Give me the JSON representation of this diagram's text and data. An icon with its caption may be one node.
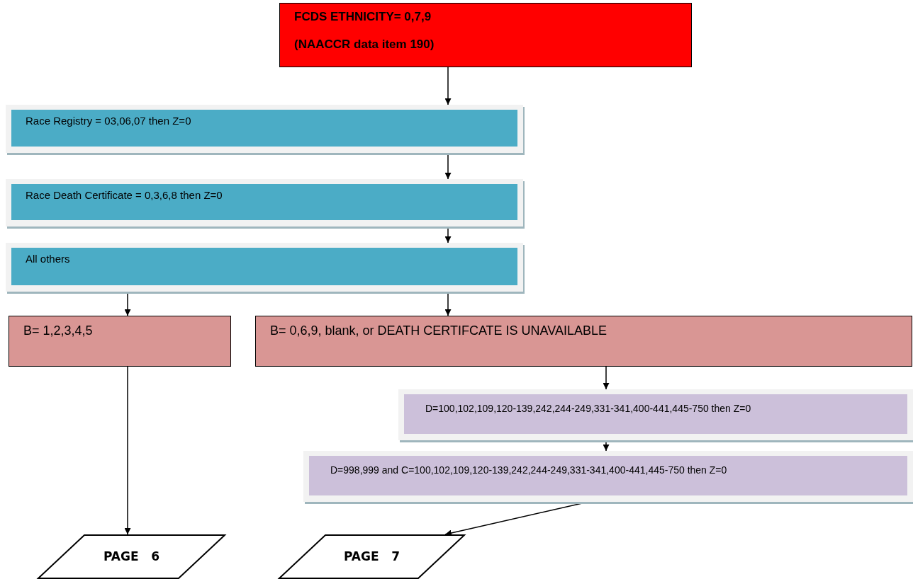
{
  "diagram": {
    "nodes": [
      {
        "text": [
          "FCDS ETHNICITY= 0,7,9",
          "(NAACCR data item 190)"
        ]
      },
      {
        "text": [
          "Race Registry = 03,06,07 then Z=0"
        ]
      },
      {
        "text": [
          "Race Death Certificate = 0,3,6,8 then Z=0"
        ]
      },
      {
        "text": [
          "All others"
        ]
      },
      {
        "text": [
          "B= 1,2,3,4,5"
        ]
      },
      {
        "text": [
          "B= 0,6,9, blank, or DEATH CERTIFCATE IS UNAVAILABLE"
        ]
      },
      {
        "text": [
          "D=100,102,109,120-139,242,244-249,331-341,400-441,445-750 then Z=0"
        ]
      },
      {
        "text": [
          "D=998,999 and C=100,102,109,120-139,242,244-249,331-341,400-441,445-750 then Z=0"
        ]
      },
      {
        "text": [
          "PAGE   6"
        ]
      },
      {
        "text": [
          "PAGE   7"
        ]
      }
    ],
    "edges": [
      {
        "from": 0,
        "to": 1,
        "arrow": "to"
      },
      {
        "from": 1,
        "to": 2,
        "arrow": "to"
      },
      {
        "from": 2,
        "to": 3,
        "arrow": "to"
      },
      {
        "from": 3,
        "to": 4,
        "arrow": "to"
      },
      {
        "from": 3,
        "to": 5,
        "arrow": "to"
      },
      {
        "from": 5,
        "to": 6,
        "arrow": "to"
      },
      {
        "from": 6,
        "to": 7,
        "arrow": "to"
      },
      {
        "from": 4,
        "to": 8,
        "arrow": "to"
      },
      {
        "from": 7,
        "to": 9,
        "arrow": "to"
      }
    ]
  }
}
